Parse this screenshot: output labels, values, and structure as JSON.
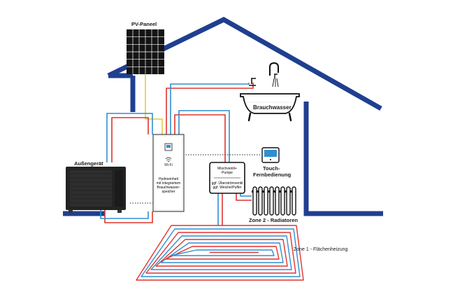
{
  "diagram": {
    "labels": {
      "pv_panel": "PV-Paneel",
      "outdoor_unit": "Außengerät",
      "hot_water": "Brauchwasser",
      "remote_line1": "Touch-",
      "remote_line2": "Fernbedienung",
      "zone2": "Zone 2 - Radiatoren",
      "zone1": "Zone 1 - Flächenheizung",
      "hydro_wifi": "Wi-Fi",
      "hydro_line1": "Hydroeinheit",
      "hydro_line2": "mit integriertem",
      "hydro_line3": "Brauchwasser-",
      "hydro_line4": "speicher",
      "mixer_line1": "Mischventil+",
      "mixer_line2": "Pumpe",
      "mixer_line3": "ggf. Überströmventil",
      "mixer_line4": "ggf. Weiche/Puffer"
    },
    "colors": {
      "house": "#1f3f8f",
      "pipe_hot": "#e0342e",
      "pipe_cold": "#2f8fd0",
      "pv_cable": "#d8cc3a",
      "signal": "#222222"
    }
  }
}
